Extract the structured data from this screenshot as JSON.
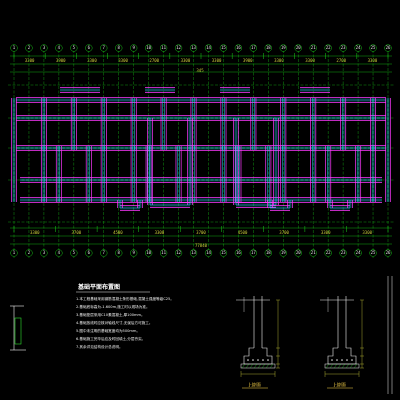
{
  "colors": {
    "background": "#000000",
    "wall_magenta": "#ff38ff",
    "wall_cyan": "#28d8ff",
    "axis_green": "#18d418",
    "dimension_yellow": "#cfcf3a",
    "detail_white": "#f2f2f2",
    "hatch_green": "#2ee02e",
    "caption_yellow": "#ffd84a"
  },
  "plan": {
    "top_dimensions": [
      "3300",
      "3900",
      "3300",
      "3300",
      "2700",
      "3300",
      "3300",
      "3900",
      "3300",
      "3300",
      "2700",
      "3300"
    ],
    "top_center_dimension": "345",
    "bottom_dimensions": [
      "3300",
      "3700",
      "4500",
      "3300",
      "3700",
      "4500",
      "3700",
      "3300",
      "3300"
    ],
    "overall_dimension": "77840",
    "axis_numbers": [
      "1",
      "2",
      "3",
      "4",
      "5",
      "6",
      "7",
      "8",
      "9",
      "10",
      "11",
      "12",
      "13",
      "14",
      "15",
      "16",
      "17",
      "18",
      "19",
      "20",
      "21",
      "22",
      "23",
      "24",
      "25",
      "26"
    ]
  },
  "notes": {
    "title": "基础平面布置图",
    "lines": [
      "1.本工程基础采用钢筋混凝土条形基础,混凝土强度等级C25。",
      "2.基础底标高为-1.600m,施工时以现场为准。",
      "3.基础垫层采用C10素混凝土,厚100mm。",
      "4.基础放线时应核对轴线尺寸,无误后方可施工。",
      "5.图中未注明的基础宽度均为500mm。",
      "6.基础施工完毕后应及时回填土,分层夯实。",
      "7.其余详见结构设计总说明。"
    ]
  },
  "details": [
    {
      "caption": "J-J剖面"
    },
    {
      "caption": "J-J剖面"
    }
  ]
}
